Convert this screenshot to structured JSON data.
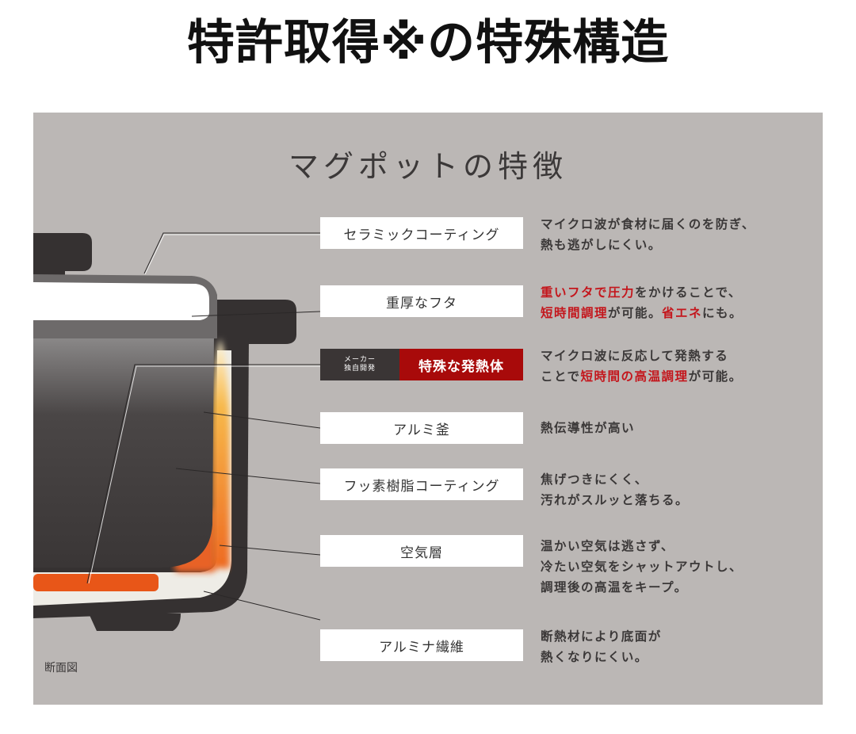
{
  "page_title": "特許取得※の特殊構造",
  "panel": {
    "title": "マグポットの特徴",
    "caption": "断面図",
    "colors": {
      "background": "#bbb7b5",
      "accent_red": "#a80a0a",
      "emphasis_text": "#c4161c",
      "dark_tag": "#3a3535"
    },
    "features": [
      {
        "label": "セラミックコーティング",
        "desc_lines": [
          [
            {
              "text": "マイクロ波が食材に届くのを防ぎ、",
              "red": false
            }
          ],
          [
            {
              "text": "熱も逃がしにくい。",
              "red": false
            }
          ]
        ]
      },
      {
        "label": "重厚なフタ",
        "desc_lines": [
          [
            {
              "text": "重いフタで圧力",
              "red": true
            },
            {
              "text": "をかけることで、",
              "red": false
            }
          ],
          [
            {
              "text": "短時間調理",
              "red": true
            },
            {
              "text": "が可能。",
              "red": false
            },
            {
              "text": "省エネ",
              "red": true
            },
            {
              "text": "にも。",
              "red": false
            }
          ]
        ]
      },
      {
        "label": "特殊な発熱体",
        "tag_line1": "メーカー",
        "tag_line2": "独自開発",
        "desc_lines": [
          [
            {
              "text": "マイクロ波に反応して発熱する",
              "red": false
            }
          ],
          [
            {
              "text": "ことで",
              "red": false
            },
            {
              "text": "短時間の高温調理",
              "red": true
            },
            {
              "text": "が可能。",
              "red": false
            }
          ]
        ]
      },
      {
        "label": "アルミ釜",
        "desc_lines": [
          [
            {
              "text": "熱伝導性が高い",
              "red": false
            }
          ]
        ]
      },
      {
        "label": "フッ素樹脂コーティング",
        "desc_lines": [
          [
            {
              "text": "焦げつきにくく、",
              "red": false
            }
          ],
          [
            {
              "text": "汚れがスルッと落ちる。",
              "red": false
            }
          ]
        ]
      },
      {
        "label": "空気層",
        "desc_lines": [
          [
            {
              "text": "温かい空気は逃さず、",
              "red": false
            }
          ],
          [
            {
              "text": "冷たい空気をシャットアウトし、",
              "red": false
            }
          ],
          [
            {
              "text": "調理後の高温をキープ。",
              "red": false
            }
          ]
        ]
      },
      {
        "label": "アルミナ繊維",
        "desc_lines": [
          [
            {
              "text": "断熱材により底面が",
              "red": false
            }
          ],
          [
            {
              "text": "熱くなりにくい。",
              "red": false
            }
          ]
        ]
      }
    ]
  }
}
